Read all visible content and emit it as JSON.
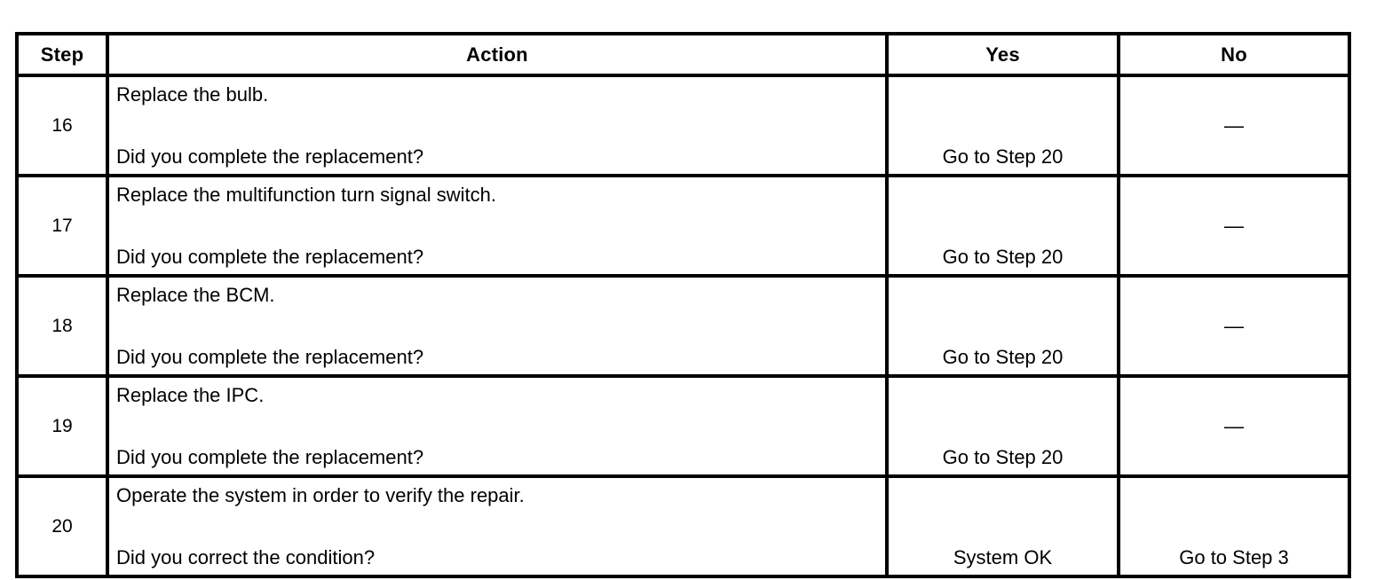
{
  "table": {
    "columns": [
      {
        "key": "step",
        "label": "Step"
      },
      {
        "key": "action",
        "label": "Action"
      },
      {
        "key": "yes",
        "label": "Yes"
      },
      {
        "key": "no",
        "label": "No"
      }
    ],
    "rows": [
      {
        "step": "16",
        "action_line1": "Replace the bulb.",
        "action_line2": "Did you complete the replacement?",
        "yes": "Go to Step 20",
        "no": "—"
      },
      {
        "step": "17",
        "action_line1": "Replace the multifunction turn signal switch.",
        "action_line2": "Did you complete the replacement?",
        "yes": "Go to Step 20",
        "no": "—"
      },
      {
        "step": "18",
        "action_line1": "Replace the BCM.",
        "action_line2": "Did you complete the replacement?",
        "yes": "Go to Step 20",
        "no": "—"
      },
      {
        "step": "19",
        "action_line1": "Replace the IPC.",
        "action_line2": "Did you complete the replacement?",
        "yes": "Go to Step 20",
        "no": "—"
      },
      {
        "step": "20",
        "action_line1": "Operate the system in order to verify the repair.",
        "action_line2": "Did you correct the condition?",
        "yes": "System OK",
        "no": "Go to Step 3"
      }
    ]
  },
  "style": {
    "border_color": "#000000",
    "background_color": "#ffffff",
    "text_color": "#000000"
  }
}
